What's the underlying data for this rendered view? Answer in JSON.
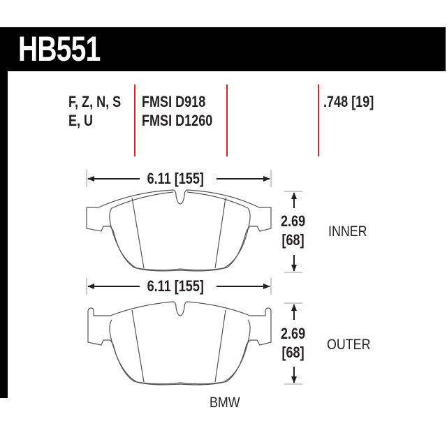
{
  "header": {
    "part_number": "HB551",
    "background": "#000000",
    "text_color": "#ffffff"
  },
  "specs": {
    "compound_codes": [
      "F, Z, N, S",
      "E, U"
    ],
    "fmsi": [
      "FMSI D918",
      "FMSI D1260"
    ],
    "thickness": ".748 [19]",
    "divider_color": "#e31e24"
  },
  "inner_pad": {
    "width_dimension": "6.11 [155]",
    "height_dimension": [
      "2.69",
      "[68]"
    ],
    "label": "INNER"
  },
  "outer_pad": {
    "width_dimension": "6.11 [155]",
    "height_dimension": [
      "2.69",
      "[68]"
    ],
    "label": "OUTER"
  },
  "application": "BMW"
}
